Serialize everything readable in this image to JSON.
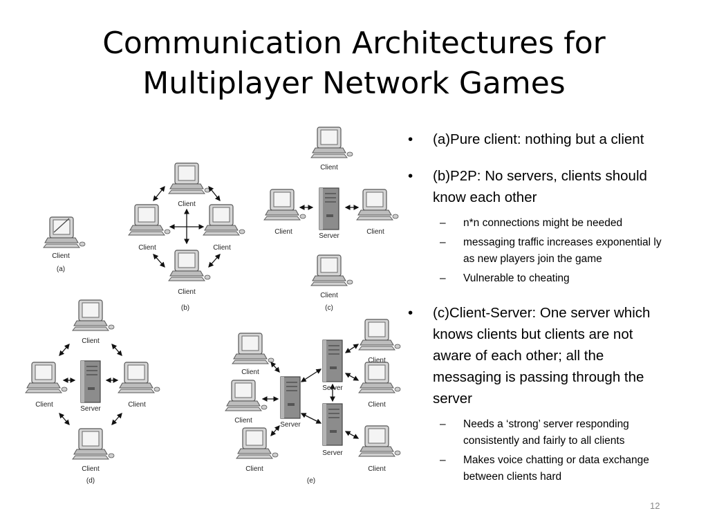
{
  "slide": {
    "title_line1": "Communication Architectures for",
    "title_line2": "Multiplayer Network Games",
    "page_number": "12"
  },
  "diagram": {
    "client_label": "Client",
    "server_label": "Server",
    "captions": {
      "a": "(a)",
      "b": "(b)",
      "c": "(c)",
      "d": "(d)",
      "e": "(e)"
    }
  },
  "bullets": [
    {
      "text": "(a)Pure client: nothing but a client",
      "subs": []
    },
    {
      "text": "(b)P2P: No servers, clients should know each other",
      "subs": [
        "n*n connections might be needed",
        "messaging traffic increases exponential ly as new players join the game",
        "Vulnerable to cheating"
      ]
    },
    {
      "text": "(c)Client-Server: One server which knows clients but clients are not aware of each other; all the messaging is passing through the server",
      "subs": [
        "Needs a ‘strong’ server responding consistently and fairly to all clients",
        "Makes voice chatting or data exchange between clients hard"
      ]
    }
  ],
  "symbols": {
    "bullet": "•",
    "dash": "–"
  }
}
